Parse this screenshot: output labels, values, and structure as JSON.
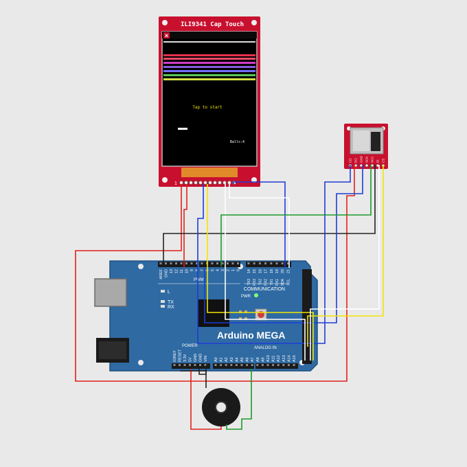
{
  "colors": {
    "background": "#e9e9e9",
    "board": "#2f6aa3",
    "module_red": "#c8102e",
    "wire_red": "#e0201a",
    "wire_blue": "#1e3cd6",
    "wire_yellow": "#f2e600",
    "wire_green": "#1a9a2a",
    "wire_black": "#222222",
    "wire_white": "#ffffff"
  },
  "display": {
    "title": "ILI9341 Cap Touch",
    "close_glyph": "×",
    "tap_text": "Tap to start",
    "balls_text": "Balls:4",
    "pin_label": "1"
  },
  "arduino": {
    "name": "Arduino MEGA",
    "comm_label": "COMMUNICATION",
    "pwm_label": "PWM",
    "power_header_label": "POWER",
    "analog_label": "ANALOG IN",
    "pwr_led_label": "PWR",
    "led_l_label": "L",
    "tx_label": "TX",
    "rx_label": "RX",
    "top_pins_left": [
      "AREF",
      "GND",
      "13",
      "12",
      "11",
      "10",
      "9",
      "8"
    ],
    "top_pins_mid": [
      "7",
      "6",
      "5",
      "4",
      "3",
      "2",
      "1",
      "0"
    ],
    "top_pins_comm": [
      "14",
      "15",
      "16",
      "17",
      "18",
      "19",
      "20",
      "21"
    ],
    "top_pins_comm_sub": [
      "TX3",
      "RX3",
      "TX2",
      "RX2",
      "TX1",
      "RX1",
      "SDA",
      "SCL"
    ],
    "power_pins": [
      "IOREF",
      "RESET",
      "3.3V",
      "5V",
      "GND",
      "GND",
      "VIN"
    ],
    "analog_pins": [
      "A0",
      "A1",
      "A2",
      "A3",
      "A4",
      "A5",
      "A6",
      "A7",
      "A8",
      "A9",
      "A10",
      "A11",
      "A12",
      "A13",
      "A14",
      "A15"
    ]
  },
  "sd_card": {
    "pins": [
      "CD",
      "DO",
      "GND",
      "SCK",
      "VCC",
      "DI",
      "CS"
    ]
  }
}
